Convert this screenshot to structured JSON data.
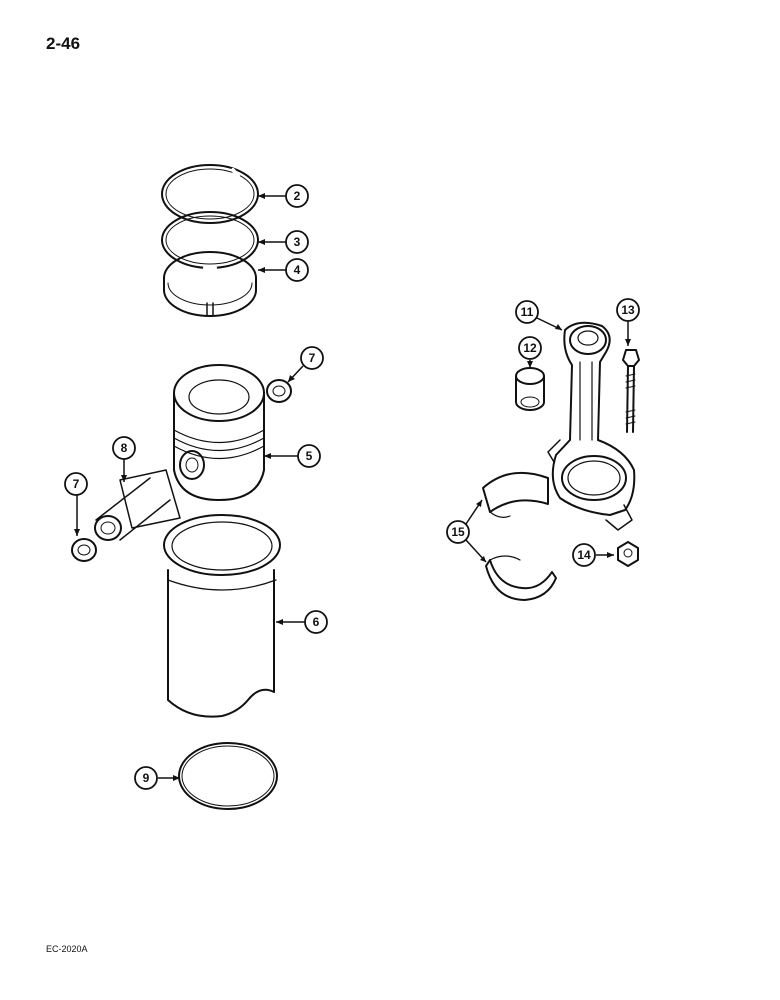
{
  "page": {
    "page_number": "2-46",
    "figure_code": "EC-2020A"
  },
  "callouts": [
    {
      "id": "c2",
      "label": "2"
    },
    {
      "id": "c3",
      "label": "3"
    },
    {
      "id": "c4",
      "label": "4"
    },
    {
      "id": "c7a",
      "label": "7"
    },
    {
      "id": "c5",
      "label": "5"
    },
    {
      "id": "c8",
      "label": "8"
    },
    {
      "id": "c7b",
      "label": "7"
    },
    {
      "id": "c6",
      "label": "6"
    },
    {
      "id": "c9",
      "label": "9"
    },
    {
      "id": "c11",
      "label": "11"
    },
    {
      "id": "c13",
      "label": "13"
    },
    {
      "id": "c12",
      "label": "12"
    },
    {
      "id": "c15",
      "label": "15"
    },
    {
      "id": "c14",
      "label": "14"
    }
  ]
}
